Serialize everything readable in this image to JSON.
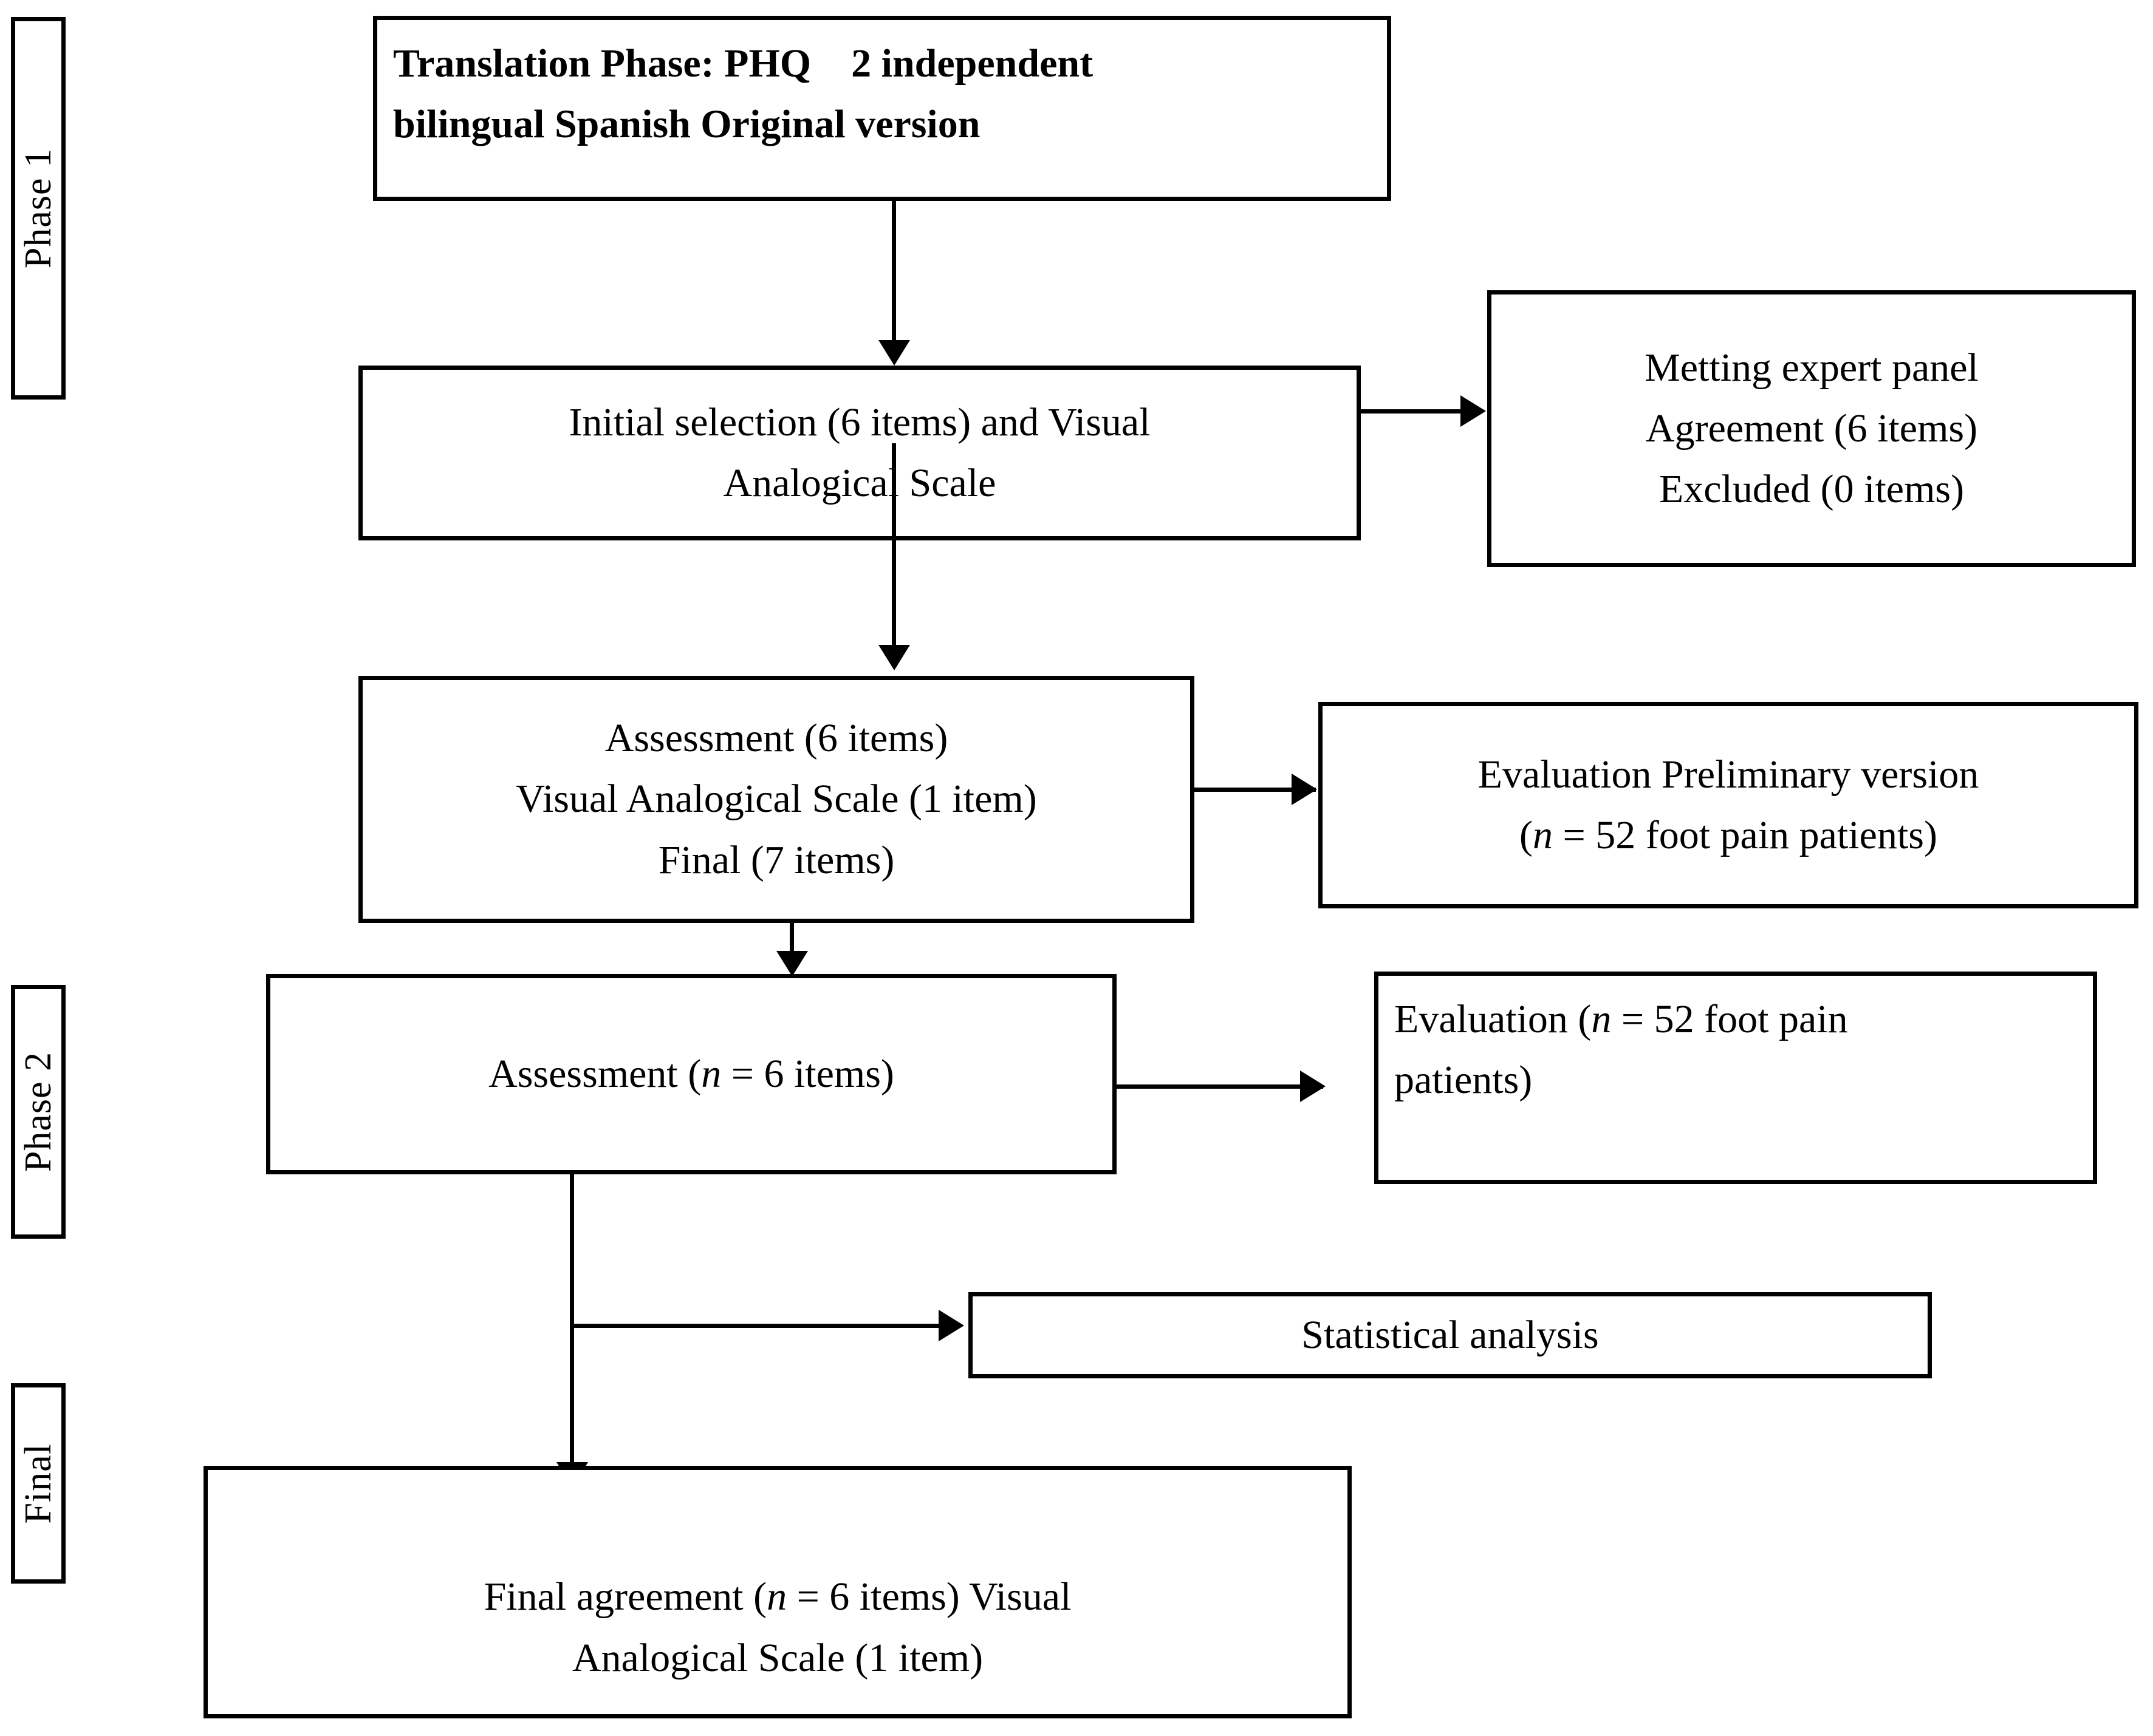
{
  "figure": {
    "type": "flowchart",
    "title_text": "Questionnaire translation and validation flowchart",
    "background_color": "#ffffff",
    "line_color": "#000000"
  },
  "phase_labels": [
    {
      "id": "phase-1",
      "text": "Phase 1"
    },
    {
      "id": "phase-2",
      "text": "Phase 2"
    },
    {
      "id": "final",
      "text": "Final"
    }
  ],
  "nodes": {
    "translation_phase": {
      "line1_bold": "Translation Phase: PHQ",
      "line1_rest": "2 independent",
      "line2": "bilingual Spanish Original version"
    },
    "initial_selection": {
      "line1": "Initial selection (6 items) and Visual",
      "line2": "Analogical Scale"
    },
    "expert_panel": {
      "line1": "Metting expert panel",
      "line2": "Agreement (6 items)",
      "line3": "Excluded (0 items)"
    },
    "assessment_items": {
      "line1": "Assessment (6 items)",
      "line2": "Visual Analogical Scale (1 item)",
      "line3": "Final (7 items)"
    },
    "evaluation_preliminary": {
      "line1": "Evaluation Preliminary version",
      "line2_pre": "(",
      "line2_var": "n",
      "line2_post": " = 52 foot pain patients)"
    },
    "assessment_n6": {
      "pre": "Assessment (",
      "var": "n",
      "post": " = 6 items)"
    },
    "evaluation_52": {
      "pre": "Evaluation (",
      "var": "n",
      "post": " = 52 foot pain"
    },
    "evaluation_52_line2": {
      "text": "patients)"
    },
    "statistical_analysis": {
      "text": "Statistical analysis"
    },
    "final_agreement": {
      "line1_pre": "Final agreement (",
      "line1_var": "n",
      "line1_post": " = 6 items) Visual",
      "line2": "Analogical Scale (1 item)"
    }
  }
}
